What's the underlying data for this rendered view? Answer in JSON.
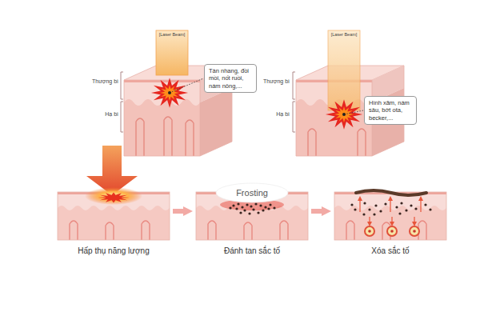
{
  "diagram": {
    "nodes": [
      {
        "text": [
          "Tàn nhang, đồi mồi, nốt ruồi, nám nông,..."
        ]
      },
      {
        "text": [
          "Hình xăm, nám sâu, bớt ota, becker,..."
        ]
      },
      {
        "text": [
          "Hấp thụ năng lượng"
        ]
      },
      {
        "text": [
          "Đánh tan sắc tố"
        ]
      },
      {
        "text": [
          "Frosting"
        ],
        "in": 3
      },
      {
        "text": [
          "Xóa sắc tố"
        ]
      }
    ],
    "edges": [
      {
        "from": 2,
        "to": 3,
        "arrow": "to"
      },
      {
        "from": 3,
        "to": 5,
        "arrow": "to"
      }
    ],
    "labels": [
      "[Laser Beam]",
      "Thượng bì",
      "Hạ bì",
      "[Laser Beam]",
      "Thượng bì",
      "Hạ bì"
    ]
  }
}
